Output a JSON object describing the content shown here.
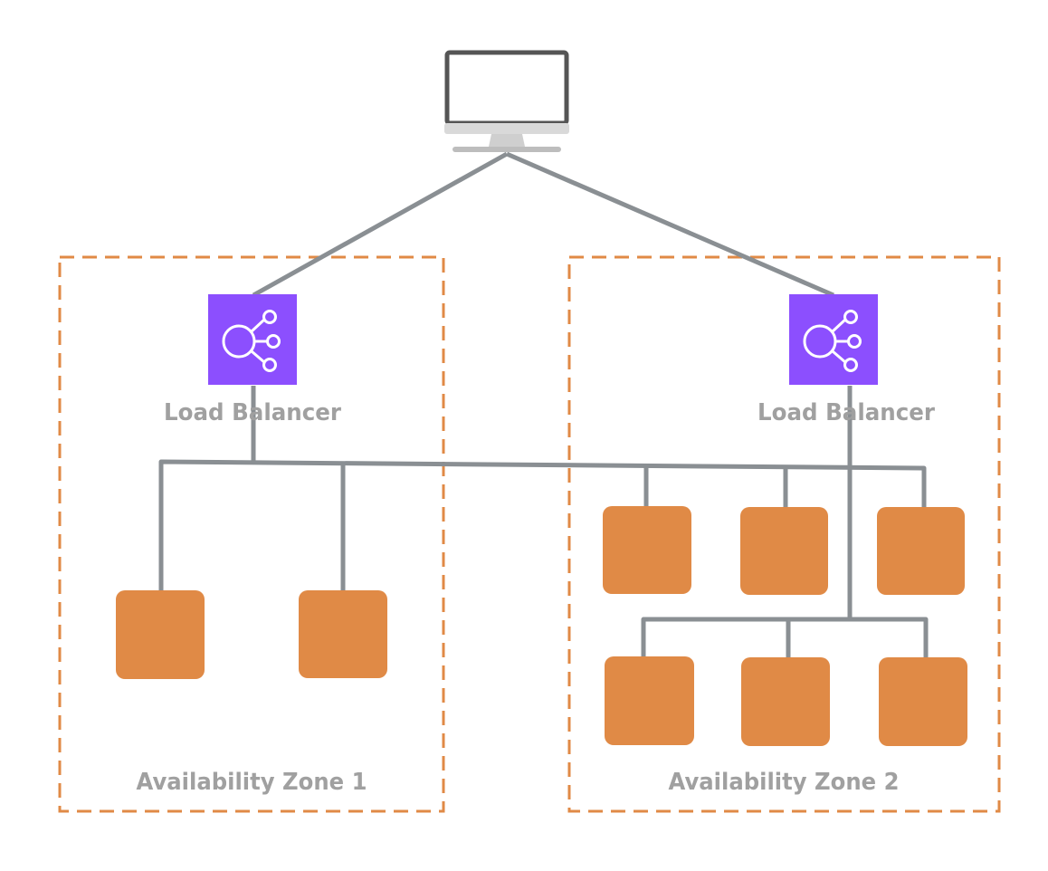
{
  "diagram": {
    "colors": {
      "connector": "#8a8f93",
      "zone_border": "#e08a46",
      "instance_fill": "#e08a46",
      "load_balancer_fill": "#8c4ffe",
      "label_text": "#a0a0a0",
      "monitor_frame": "#555555"
    },
    "client": {
      "icon": "monitor-icon"
    },
    "zones": [
      {
        "label": "Availability Zone 1",
        "load_balancer": {
          "label": "Load Balancer",
          "icon": "load-balancer-icon"
        },
        "instance_count": 2
      },
      {
        "label": "Availability Zone 2",
        "load_balancer": {
          "label": "Load Balancer",
          "icon": "load-balancer-icon"
        },
        "instance_count": 6
      }
    ]
  }
}
